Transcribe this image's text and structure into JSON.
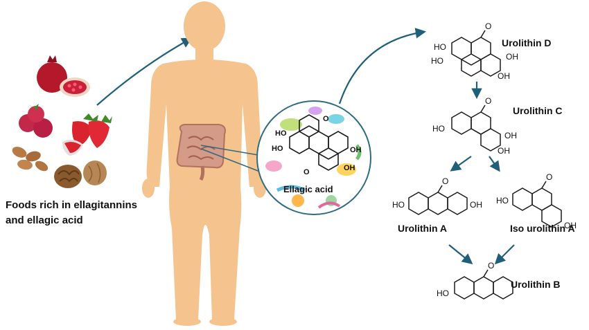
{
  "foods": {
    "label_line1": "Foods rich in ellagitannins",
    "label_line2": "and ellagic acid"
  },
  "gut_zoom": {
    "label": "Ellagic acid",
    "hydroxyl": "HO",
    "hydroxyl_r": "OH",
    "carbonyl_o": "O"
  },
  "metabolites": {
    "urolithin_d": "Urolithin D",
    "urolithin_c": "Urolithin C",
    "urolithin_a": "Urolithin A",
    "iso_urolithin_a": "Iso urolithin A",
    "urolithin_b": "Urolithin B"
  },
  "atoms": {
    "ho": "HO",
    "oh": "OH",
    "o": "O"
  },
  "colors": {
    "arrow": "#1f5f7a",
    "skin": "#f4c38e",
    "bond": "#1a1a1a",
    "intestine": "#c98b7a",
    "circle_border": "#2e6b80"
  }
}
